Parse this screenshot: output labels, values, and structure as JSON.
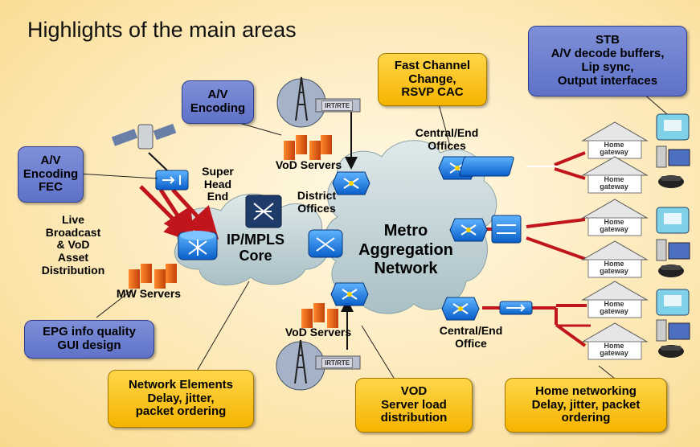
{
  "title": "Highlights of the main areas",
  "callouts": {
    "av_encoding": [
      "A/V",
      "Encoding"
    ],
    "av_encoding_fec": [
      "A/V",
      "Encoding",
      "FEC"
    ],
    "fast_channel": [
      "Fast Channel",
      "Change,",
      "RSVP CAC"
    ],
    "stb": [
      "STB",
      "A/V decode buffers,",
      "Lip sync,",
      "Output interfaces"
    ],
    "epg": [
      "EPG info quality",
      "GUI design"
    ],
    "network_elements": [
      "Network Elements",
      "Delay, jitter,",
      "packet ordering"
    ],
    "vod_load": [
      "VOD",
      "Server load",
      "distribution"
    ],
    "home_networking": [
      "Home networking",
      "Delay, jitter, packet",
      "ordering"
    ]
  },
  "labels": {
    "live_broadcast": [
      "Live",
      "Broadcast",
      "& VoD",
      "Asset",
      "Distribution"
    ],
    "super_head_end": [
      "Super",
      "Head",
      "End"
    ],
    "district_offices": [
      "District",
      "Offices"
    ],
    "ip_mpls_core": [
      "IP/MPLS",
      "Core"
    ],
    "metro": [
      "Metro",
      "Aggregation",
      "Network"
    ],
    "vod_servers_top": "VoD Servers",
    "vod_servers_bottom": "VoD Servers",
    "mw_servers": "MW Servers",
    "central_end_offices": [
      "Central/End",
      "Offices"
    ],
    "central_end_office": [
      "Central/End",
      "Office"
    ],
    "irt_rte": "IRT/RTE",
    "home_gateway": [
      "Home",
      "gateway"
    ]
  },
  "colors": {
    "callout_blue": "#6a7dd0",
    "callout_gold": "#f7c21a",
    "link_red": "#c0161b",
    "router_blue": "#1e90ff",
    "cloud": "#c9d9dd"
  },
  "icons": [
    "satellite-icon",
    "encoder-icon",
    "router-icon",
    "switch-icon",
    "server-icon",
    "antenna-icon",
    "house-icon",
    "tv-icon",
    "pc-icon",
    "phone-icon"
  ]
}
